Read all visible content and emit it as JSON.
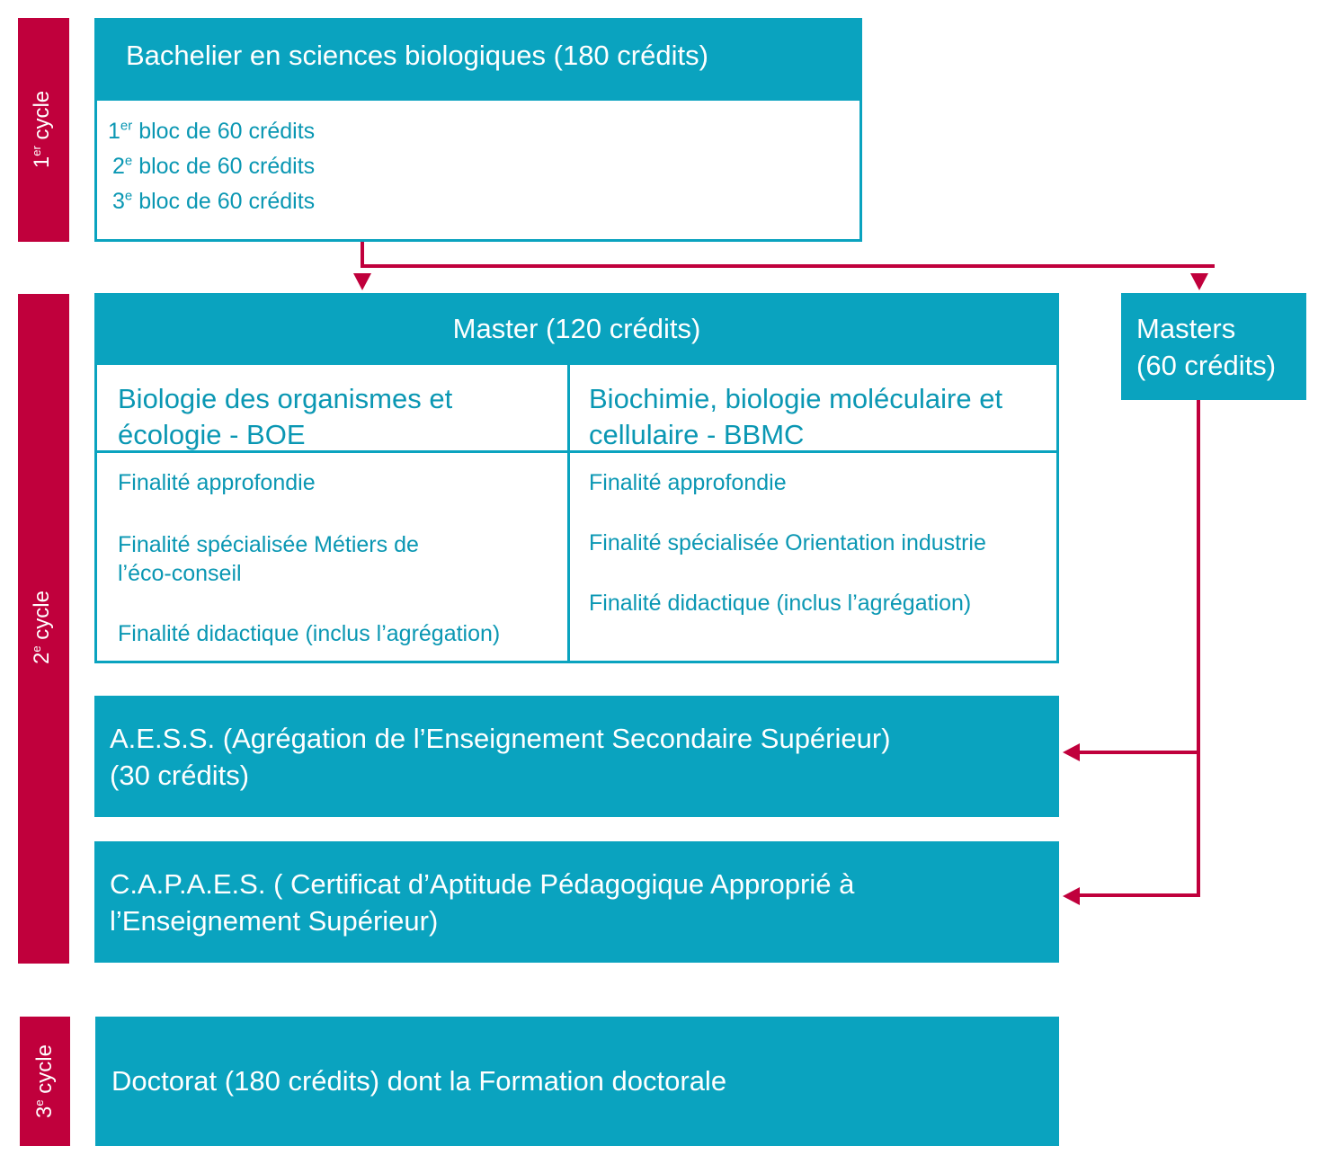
{
  "cycles": {
    "c1": {
      "num": "1",
      "sup": "er",
      "label": " cycle"
    },
    "c2": {
      "num": "2",
      "sup": "e",
      "label": " cycle"
    },
    "c3": {
      "num": "3",
      "sup": "e",
      "label": " cycle"
    }
  },
  "bachelier": {
    "title_bold": "Bachelier en sciences biologiques",
    "title_rest": " (180 crédits)",
    "blocs": [
      {
        "num": "1",
        "sup": "er",
        "text": " bloc de 60 crédits"
      },
      {
        "num": "2",
        "sup": "e",
        "text": " bloc de 60 crédits"
      },
      {
        "num": "3",
        "sup": "e",
        "text": " bloc de 60 crédits"
      }
    ]
  },
  "master": {
    "title_bold": "Master",
    "title_rest": " (120 crédits)",
    "boe": {
      "heading": "Biologie des organismes et écologie - BOE",
      "finalites": [
        "Finalité approfondie",
        "Finalité spécialisée Métiers de l’éco-conseil",
        "Finalité didactique (inclus l’agrégation)"
      ]
    },
    "bbmc": {
      "heading": "Biochimie, biologie moléculaire et cellulaire - BBMC",
      "finalites": [
        "Finalité approfondie",
        "Finalité spécialisée Orientation industrie",
        "Finalité didactique (inclus l’agrégation)"
      ]
    }
  },
  "masters60": {
    "title": "Masters",
    "credits": "(60 crédits)"
  },
  "aess": {
    "acronym": "A.E.S.S.",
    "text": " (Agrégation de l’Enseignement Secondaire Supérieur)",
    "credits": "(30 crédits)"
  },
  "capaes": {
    "acronym": "C.A.P.A.E.S.",
    "text": " ( Certificat d’Aptitude Pédagogique Approprié à",
    "text2": "l’Enseignement Supérieur)"
  },
  "doctorat": {
    "bold1": "Doctorat",
    "mid": " (180 crédits) dont la ",
    "bold2": "Formation doctorale"
  },
  "colors": {
    "teal": "#0aa3bf",
    "crimson": "#c0003c",
    "white": "#ffffff"
  }
}
